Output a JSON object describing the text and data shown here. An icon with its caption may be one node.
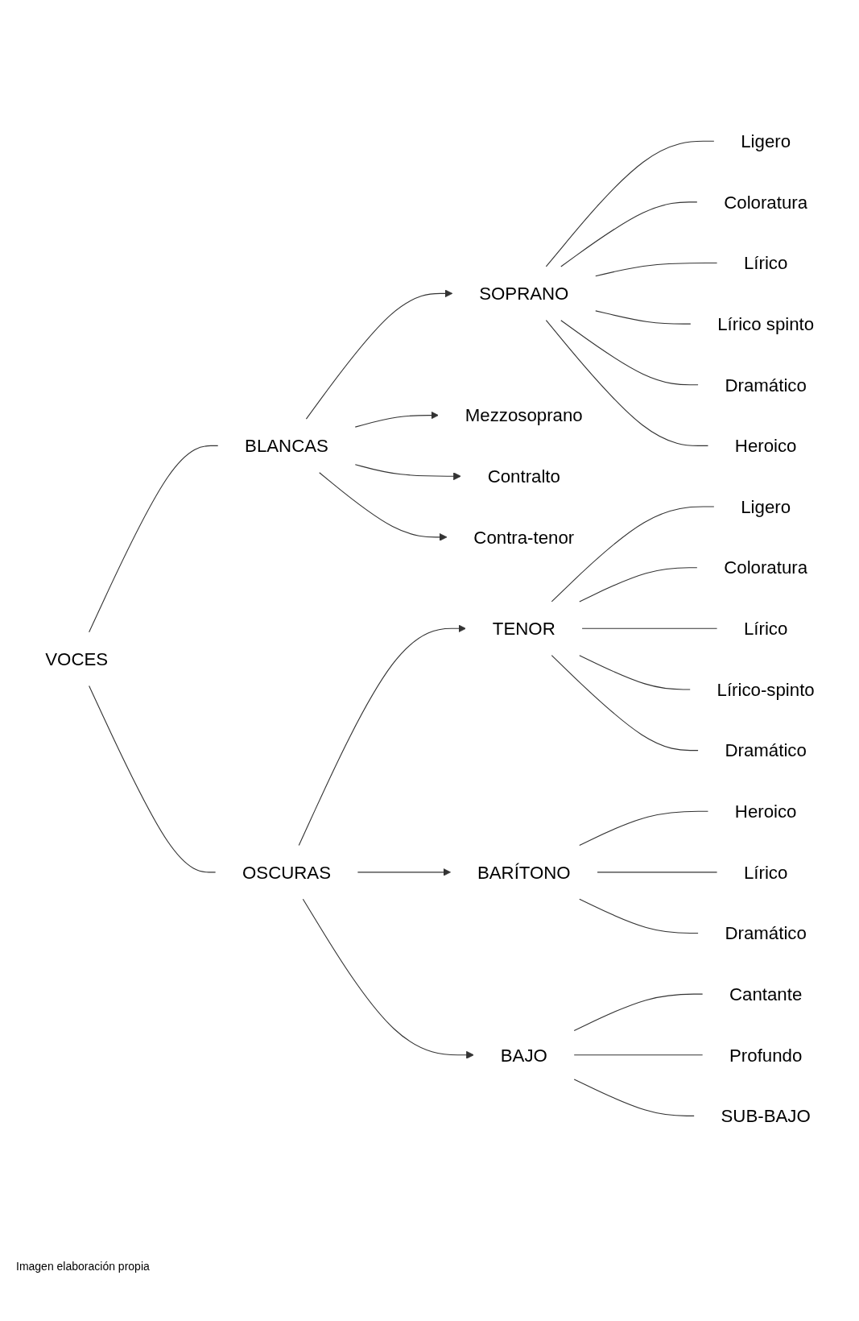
{
  "diagram": {
    "caption": "Imagen elaboración propia",
    "nodes": [
      {
        "text": [
          "VOCES"
        ]
      },
      {
        "text": [
          "BLANCAS"
        ]
      },
      {
        "text": [
          "SOPRANO"
        ]
      },
      {
        "text": [
          "Ligero"
        ]
      },
      {
        "text": [
          "Coloratura"
        ]
      },
      {
        "text": [
          "Lírico"
        ]
      },
      {
        "text": [
          "Lírico spinto"
        ]
      },
      {
        "text": [
          "Dramático"
        ]
      },
      {
        "text": [
          "Heroico"
        ]
      },
      {
        "text": [
          "Mezzosoprano"
        ]
      },
      {
        "text": [
          "Contralto"
        ]
      },
      {
        "text": [
          "Contra-tenor"
        ]
      },
      {
        "text": [
          "OSCURAS"
        ]
      },
      {
        "text": [
          "TENOR"
        ]
      },
      {
        "text": [
          "Ligero"
        ]
      },
      {
        "text": [
          "Coloratura"
        ]
      },
      {
        "text": [
          "Lírico"
        ]
      },
      {
        "text": [
          "Lírico-spinto"
        ]
      },
      {
        "text": [
          "Dramático"
        ]
      },
      {
        "text": [
          "BARÍTONO"
        ]
      },
      {
        "text": [
          "Heroico"
        ]
      },
      {
        "text": [
          "Lírico"
        ]
      },
      {
        "text": [
          "Dramático"
        ]
      },
      {
        "text": [
          "BAJO"
        ]
      },
      {
        "text": [
          "Cantante"
        ]
      },
      {
        "text": [
          "Profundo"
        ]
      },
      {
        "text": [
          "SUB-BAJO"
        ]
      }
    ],
    "edges": [
      {
        "from": 0,
        "to": 1,
        "arrow": "none"
      },
      {
        "from": 0,
        "to": 12,
        "arrow": "none"
      },
      {
        "from": 1,
        "to": 2,
        "arrow": "to"
      },
      {
        "from": 2,
        "to": 3,
        "arrow": "none"
      },
      {
        "from": 2,
        "to": 4,
        "arrow": "none"
      },
      {
        "from": 2,
        "to": 5,
        "arrow": "none"
      },
      {
        "from": 2,
        "to": 6,
        "arrow": "none"
      },
      {
        "from": 2,
        "to": 7,
        "arrow": "none"
      },
      {
        "from": 2,
        "to": 8,
        "arrow": "none"
      },
      {
        "from": 1,
        "to": 9,
        "arrow": "to"
      },
      {
        "from": 1,
        "to": 10,
        "arrow": "to"
      },
      {
        "from": 1,
        "to": 11,
        "arrow": "to"
      },
      {
        "from": 12,
        "to": 13,
        "arrow": "to"
      },
      {
        "from": 13,
        "to": 14,
        "arrow": "none"
      },
      {
        "from": 13,
        "to": 15,
        "arrow": "none"
      },
      {
        "from": 13,
        "to": 16,
        "arrow": "none"
      },
      {
        "from": 13,
        "to": 17,
        "arrow": "none"
      },
      {
        "from": 13,
        "to": 18,
        "arrow": "none"
      },
      {
        "from": 12,
        "to": 19,
        "arrow": "to"
      },
      {
        "from": 19,
        "to": 20,
        "arrow": "none"
      },
      {
        "from": 19,
        "to": 21,
        "arrow": "none"
      },
      {
        "from": 19,
        "to": 22,
        "arrow": "none"
      },
      {
        "from": 12,
        "to": 23,
        "arrow": "to"
      },
      {
        "from": 23,
        "to": 24,
        "arrow": "none"
      },
      {
        "from": 23,
        "to": 25,
        "arrow": "none"
      },
      {
        "from": 23,
        "to": 26,
        "arrow": "none"
      }
    ]
  }
}
